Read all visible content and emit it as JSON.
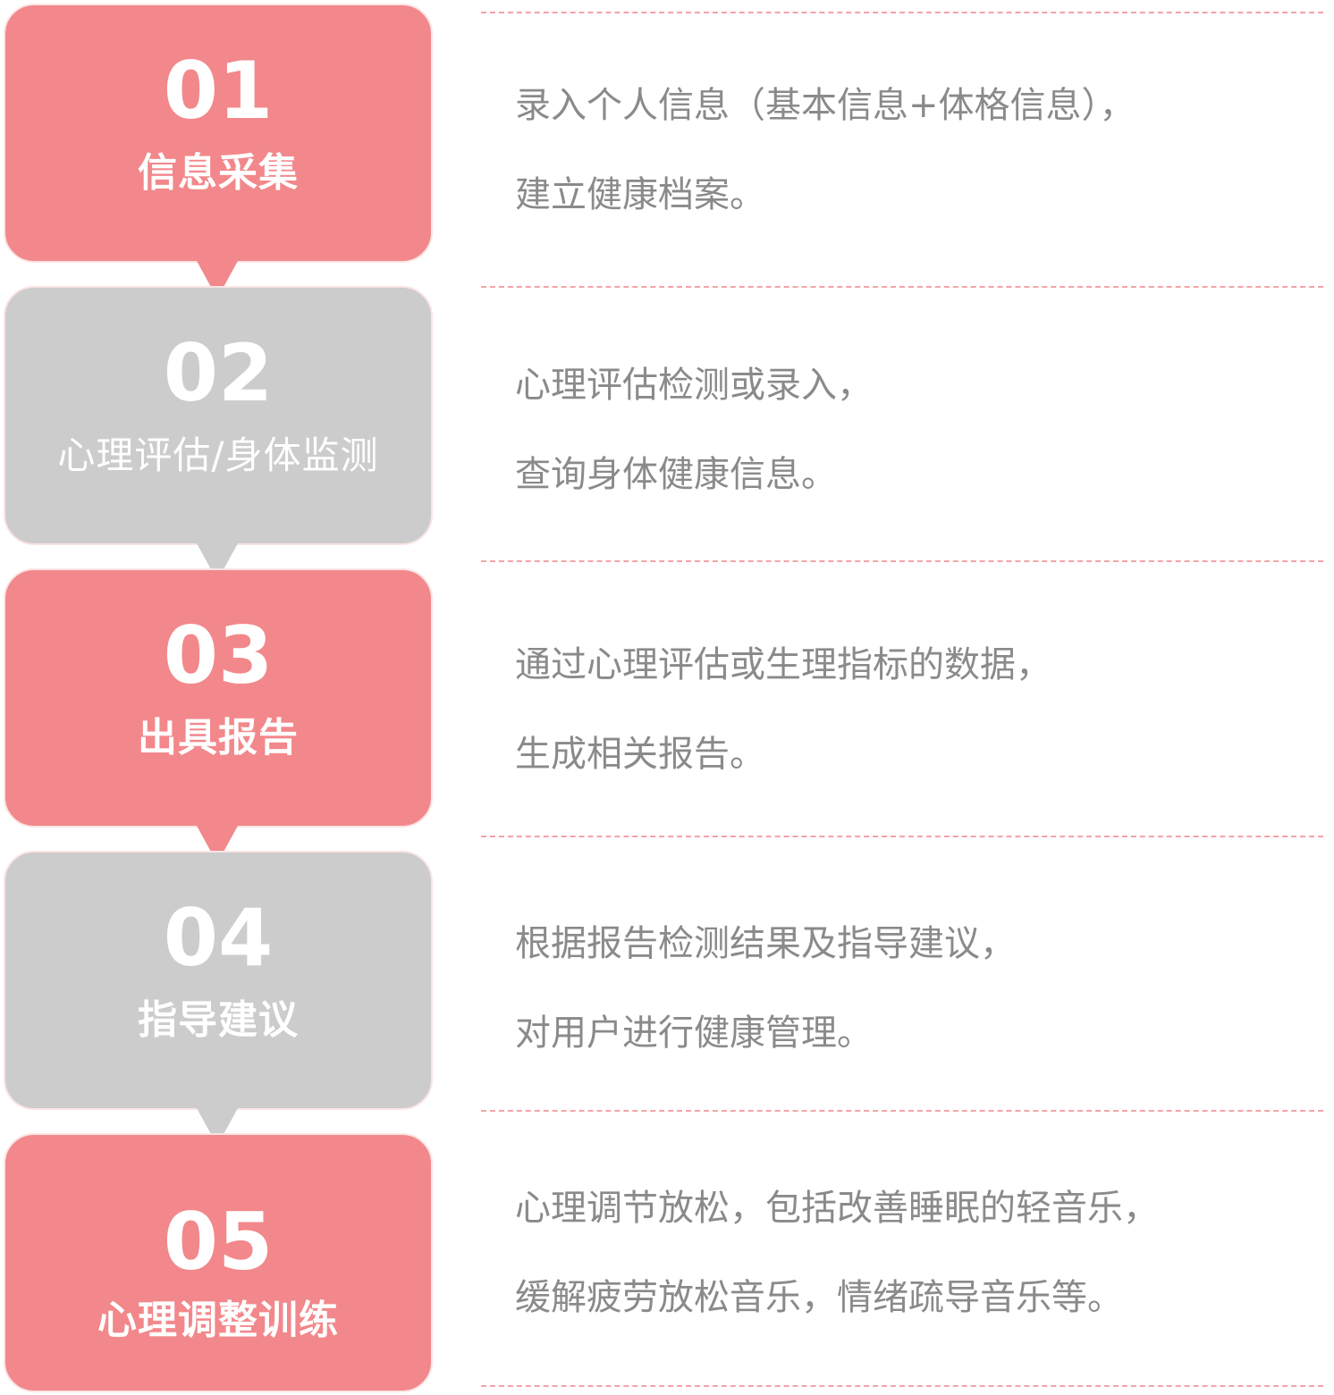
{
  "colors": {
    "accent": "#f2888b",
    "inactive": "#cccccc",
    "text": "#8a8a8a",
    "divider": "#f3a3a5"
  },
  "steps": [
    {
      "number": "01",
      "title": "信息采集",
      "lines": [
        "录入个人信息（基本信息+体格信息），",
        "建立健康档案。"
      ]
    },
    {
      "number": "02",
      "title": "心理评估/身体监测",
      "lines": [
        "心理评估检测或录入，",
        "查询身体健康信息。"
      ]
    },
    {
      "number": "03",
      "title": "出具报告",
      "lines": [
        "通过心理评估或生理指标的数据，",
        "生成相关报告。"
      ]
    },
    {
      "number": "04",
      "title": "指导建议",
      "lines": [
        "根据报告检测结果及指导建议，",
        "对用户进行健康管理。"
      ]
    },
    {
      "number": "05",
      "title": "心理调整训练",
      "lines": [
        "心理调节放松，包括改善睡眠的轻音乐，",
        "缓解疲劳放松音乐，情绪疏导音乐等。"
      ]
    }
  ]
}
